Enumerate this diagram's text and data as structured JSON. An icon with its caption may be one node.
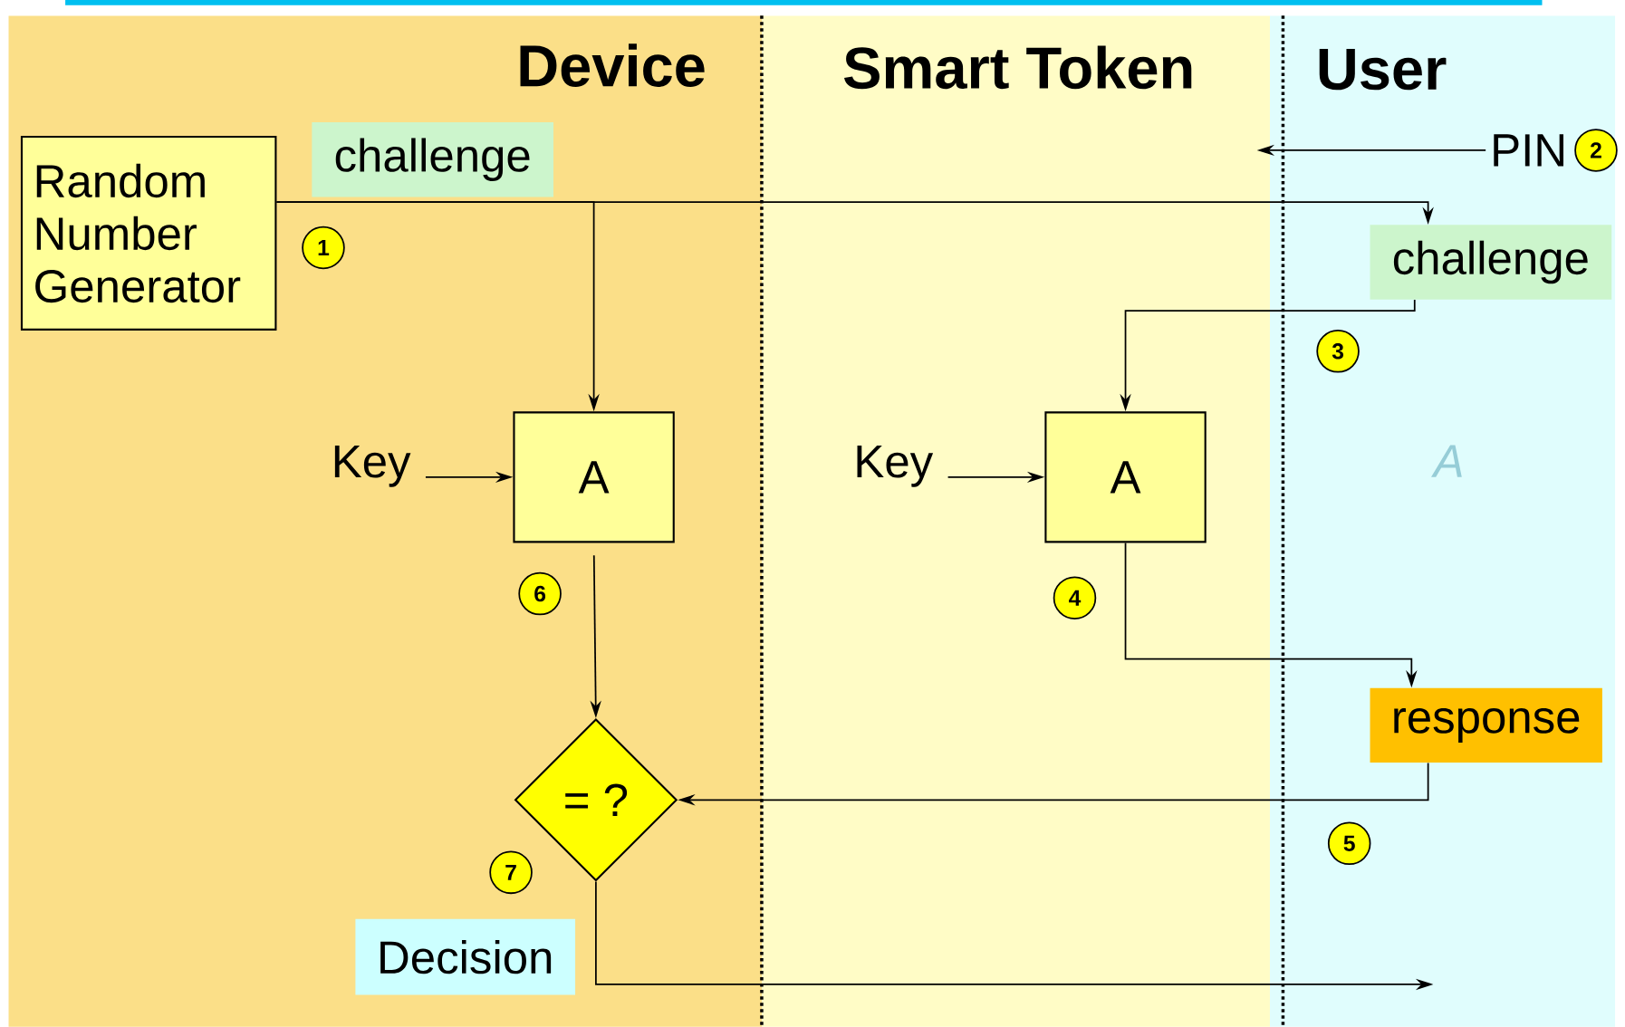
{
  "diagram": {
    "nodes": [
      {
        "text": [
          "Device"
        ]
      },
      {
        "text": [
          "Smart Token"
        ]
      },
      {
        "text": [
          "User"
        ]
      },
      {
        "text": [
          "Random Number Generator"
        ],
        "in": 0
      },
      {
        "text": [
          "challenge"
        ],
        "in": 0
      },
      {
        "text": [
          "1"
        ],
        "in": 0
      },
      {
        "text": [
          "Key"
        ],
        "in": 0
      },
      {
        "text": [
          "A"
        ],
        "in": 0
      },
      {
        "text": [
          "6"
        ],
        "in": 0
      },
      {
        "text": [
          "= ?"
        ],
        "in": 0
      },
      {
        "text": [
          "7"
        ],
        "in": 0
      },
      {
        "text": [
          "Decision"
        ],
        "in": 0
      },
      {
        "text": [
          "Key"
        ],
        "in": 1
      },
      {
        "text": [
          "A"
        ],
        "in": 1
      },
      {
        "text": [
          "4"
        ],
        "in": 1
      },
      {
        "text": [
          "PIN"
        ],
        "in": 2
      },
      {
        "text": [
          "2"
        ],
        "in": 2
      },
      {
        "text": [
          "challenge"
        ],
        "in": 2
      },
      {
        "text": [
          "3"
        ],
        "in": 2
      },
      {
        "text": [
          "response"
        ],
        "in": 2
      },
      {
        "text": [
          "5"
        ],
        "in": 2
      }
    ],
    "edges": [
      {
        "from": 3,
        "to": 17,
        "arrow": "to"
      },
      {
        "from": 3,
        "to": 7,
        "arrow": "to"
      },
      {
        "from": 15,
        "to": 1,
        "arrow": "to"
      },
      {
        "from": 17,
        "to": 13,
        "arrow": "to"
      },
      {
        "from": 6,
        "to": 7,
        "arrow": "to"
      },
      {
        "from": 12,
        "to": 13,
        "arrow": "to"
      },
      {
        "from": 13,
        "to": 19,
        "arrow": "to"
      },
      {
        "from": 7,
        "to": 9,
        "arrow": "to"
      },
      {
        "from": 19,
        "to": 9,
        "arrow": "to"
      },
      {
        "from": 9,
        "to": null,
        "arrow": "to"
      }
    ],
    "labels": [
      "A"
    ]
  }
}
